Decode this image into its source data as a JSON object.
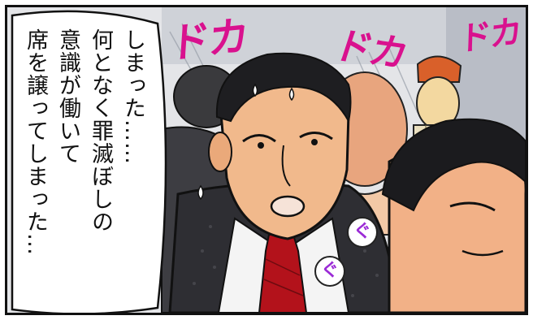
{
  "speech": {
    "text": "しまった……\n何となく罪滅ぼしの\n意識が働いて\n席を譲ってしまった…"
  },
  "sound_effects": [
    "ドカ",
    "ドカ",
    "ドカ"
  ],
  "badges": [
    "ぐ",
    "ぐ"
  ],
  "colors": {
    "sfx": "#d9118e",
    "badge_text": "#9b2bd6",
    "tie": "#b3121b",
    "skin": "#f1b98c",
    "suit": "#2e2e33"
  }
}
